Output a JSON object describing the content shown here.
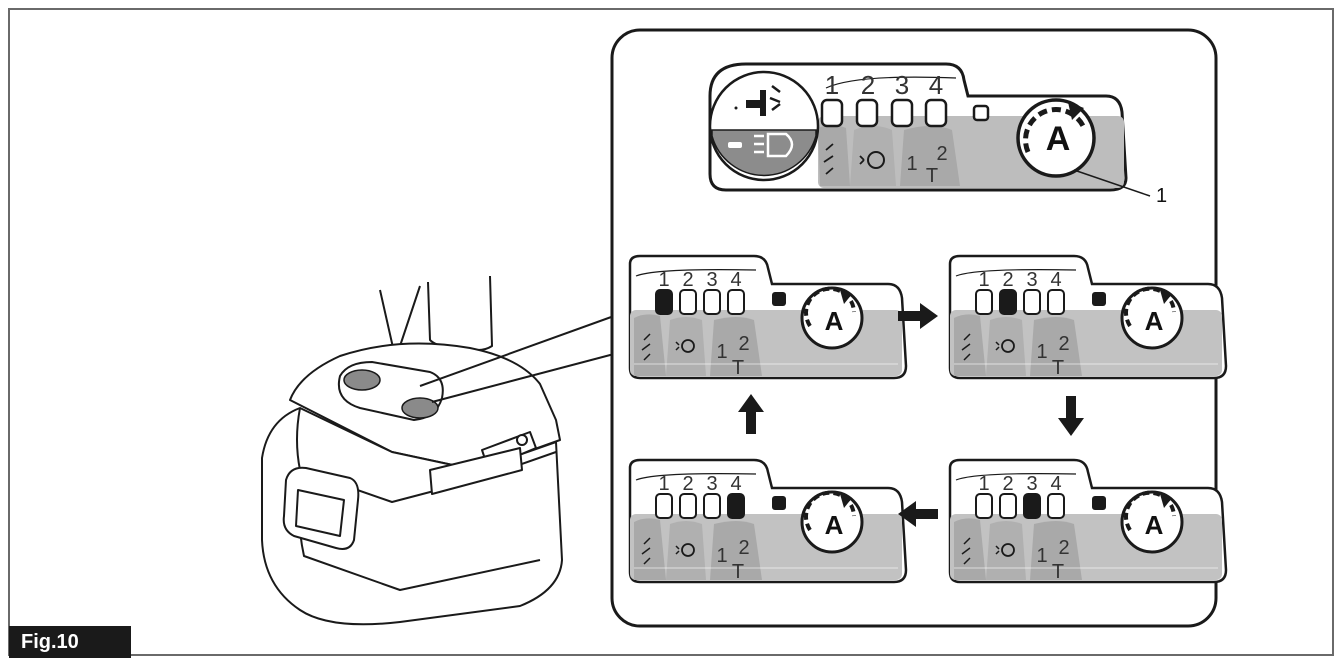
{
  "figure": {
    "label": "Fig.10",
    "callout_number": "1"
  },
  "panel": {
    "mode_numbers": [
      "1",
      "2",
      "3",
      "4"
    ],
    "sub_mode_numbers": [
      "1",
      "2"
    ],
    "sub_mode_letter": "T",
    "auto_symbol": "A"
  },
  "cycle": {
    "selected_modes": [
      "1",
      "2",
      "3",
      "4"
    ]
  },
  "colors": {
    "line": "#1a1a1a",
    "panel_gray": "#bdbdbd",
    "panel_dark": "#9a9a9a",
    "badge_bg": "#1a1a1a",
    "badge_text": "#ffffff"
  }
}
